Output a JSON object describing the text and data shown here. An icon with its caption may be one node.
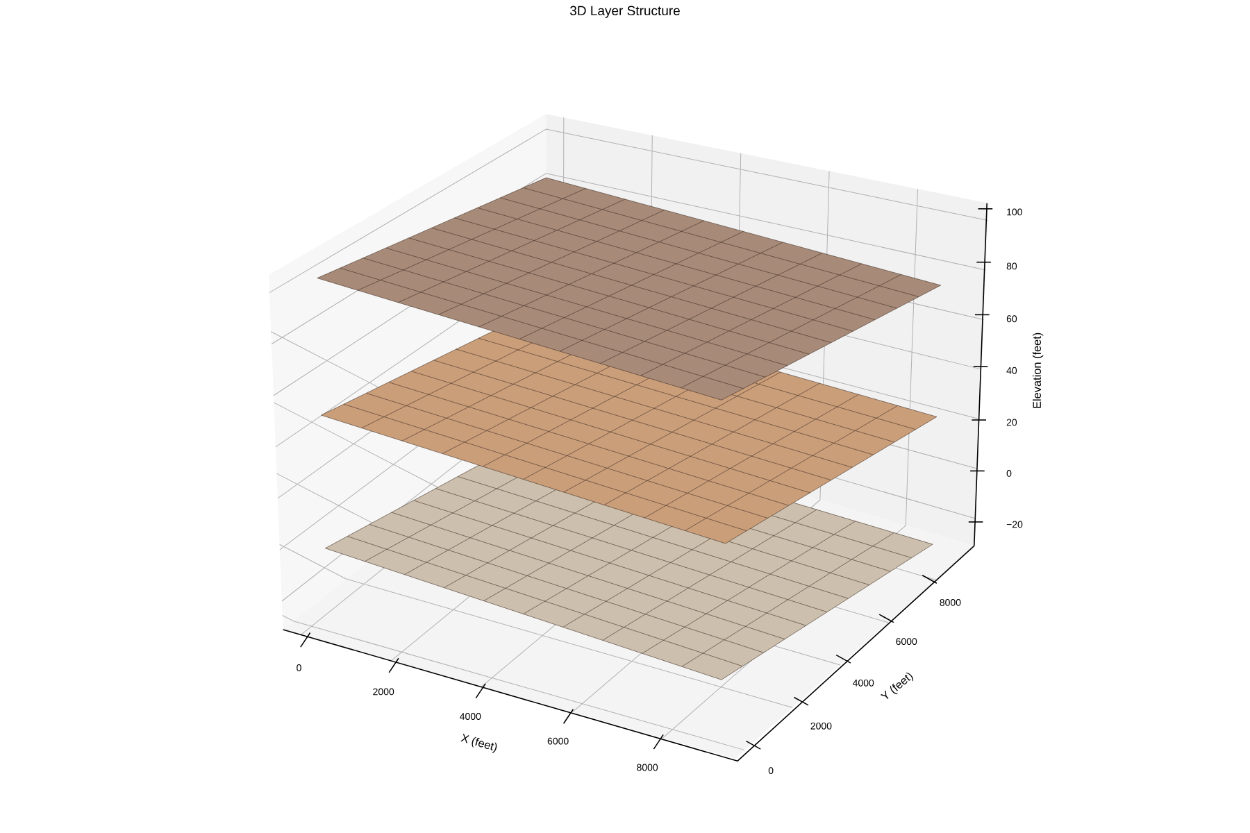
{
  "diagram": {
    "title": "3D Layer Structure",
    "labels": [
      "0",
      "2000",
      "4000",
      "6000",
      "8000",
      "X (feet)",
      "0",
      "2000",
      "4000",
      "6000",
      "8000",
      "Y (feet)",
      "100",
      "80",
      "60",
      "40",
      "20",
      "0",
      "−20",
      "Elevation (feet)"
    ]
  }
}
